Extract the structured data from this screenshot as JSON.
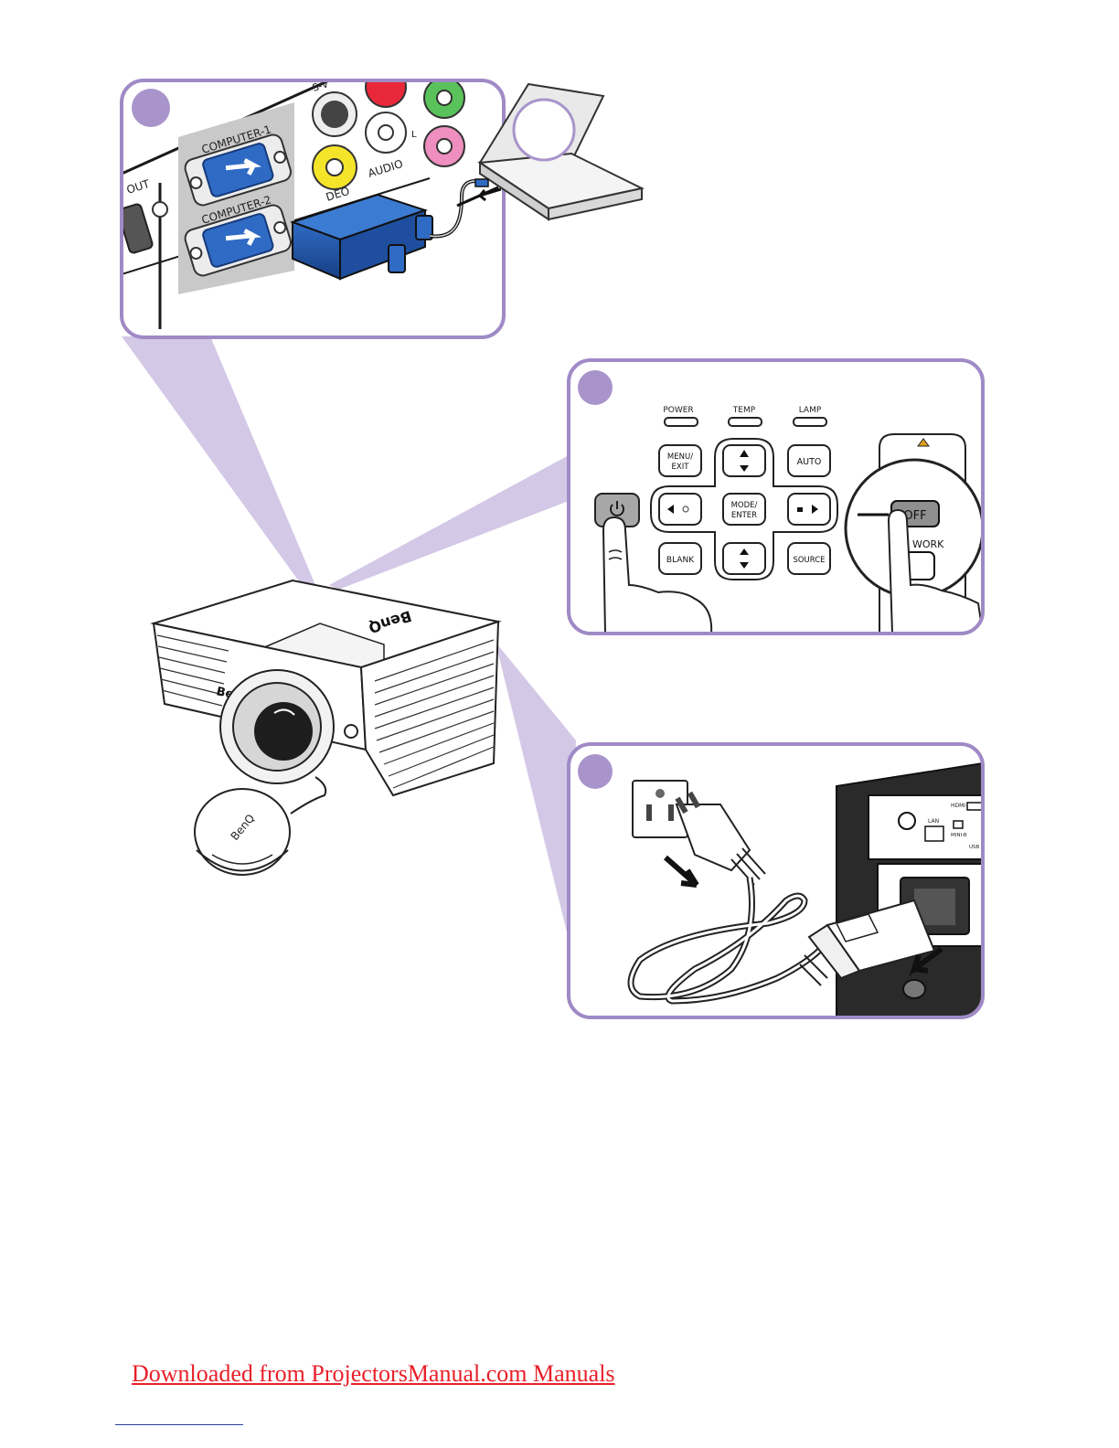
{
  "panel_connect": {
    "port_labels": {
      "out": "OUT",
      "computer1": "COMPUTER-1",
      "computer2": "COMPUTER-2",
      "svideo": "S-V",
      "video": "DEO",
      "audio": "AUDIO",
      "audio_l": "L"
    }
  },
  "panel_power": {
    "indicators": [
      "POWER",
      "TEMP",
      "LAMP"
    ],
    "keys": {
      "menu_top": "MENU/",
      "menu_bottom": "EXIT",
      "auto": "AUTO",
      "mode_top": "MODE/",
      "mode_bottom": "ENTER",
      "blank": "BLANK",
      "source": "SOURCE"
    },
    "remote": {
      "off": "OFF",
      "work": "WORK"
    }
  },
  "panel_plug": {
    "port_labels": {
      "hdmi": "HDMI",
      "lan": "LAN",
      "mini_b": "MINI-B",
      "usb": "USB"
    }
  },
  "projector": {
    "brand": "BenQ"
  },
  "footer": {
    "link_text": "Downloaded from ProjectorsManual.com Manuals"
  },
  "colors": {
    "accent": "#a894cb",
    "beam": "#d3c8e6",
    "frame": "#9f8ac6",
    "link": "#e8202a",
    "connector_blue": "#2456a6"
  }
}
